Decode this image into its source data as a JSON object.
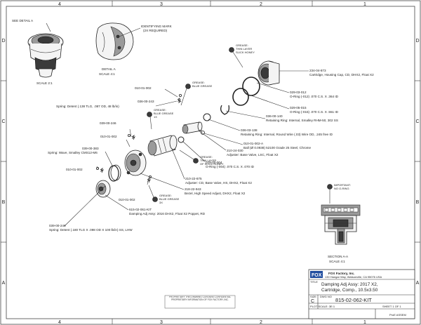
{
  "zones": {
    "top": [
      "4",
      "3",
      "2",
      "1"
    ],
    "side": [
      "D",
      "C",
      "B",
      "A"
    ]
  },
  "detail_a": {
    "see_detail": "SEE DETAIL   A",
    "scale_left": "SCALE  2:1",
    "ident_mark": "IDENTIFYING MARK",
    "ident_req": "(2X REQUIRED)",
    "title": "DETAIL  A",
    "scale": "SCALE  4:1"
  },
  "notes": [
    {
      "l1": "GREASE:",
      "l2": "THIN LAYER",
      "l3": "SLICK HONEY"
    },
    {
      "l1": "GREASE:",
      "l2": "BLUE GREASE",
      "l3": ""
    },
    {
      "l1": "GREASE:",
      "l2": "BLUE GREASE",
      "l3": "1X"
    },
    {
      "l1": "GREASE:",
      "l2": "THIN LAYER",
      "l3": "OF SLICK HONEY"
    },
    {
      "l1": "GREASE:",
      "l2": "BLUE GREASE",
      "l3": "3X"
    },
    {
      "l1": "IMPORTANT:",
      "l2": "NO O-RING",
      "l3": ""
    }
  ],
  "callouts": [
    {
      "t1": "234-04-873",
      "t2": "Cartridge, Housing Cap, CD, DHX2, Float X2"
    },
    {
      "t1": "029-03-012",
      "t2": "O-Ring (-012) .070 C.S. X .364 ID"
    },
    {
      "t1": "029-05-015",
      "t2": "O-Ring (-015) .070 C.S. X .551 ID"
    },
    {
      "t1": "036-00-140",
      "t2": "Retaining Ring: Internal, Smalley RHM-50, 302 SS"
    },
    {
      "t1": "036-03-138",
      "t2": "Retaining Ring: Internal, Round Wire (.03) Wire OD, .245 free ID"
    },
    {
      "t1": "010-01-002-A",
      "t2": "Ball (Ø 0.0938) 52100 Grade 25 Steel, Chrome"
    },
    {
      "t1": "210-24-030",
      "t2": "Adjuster: Base Valve, LSC, Float X2"
    },
    {
      "t1": "029-00-004",
      "t2": "O-Ring (-004) .070 C.S. X .070 ID"
    },
    {
      "t1": "210-22-675",
      "t2": "Adjuster: CD, Base Valve, HS, DHX2, Float X2"
    },
    {
      "t1": "218-22-943",
      "t2": "Bezel, High Speed Adjust, DHX2, Float X2"
    },
    {
      "t1": "615-02-061-KIT",
      "t2": "Damping Adj Assy: 2016 DHX2, Float X2 Poppet, RD"
    },
    {
      "t1": "039-00-246",
      "t2": "Spring: Detent (.180 TLG X .098 OD X 100 lb/in) SS, LHW"
    },
    {
      "t1": "010-01-002",
      "t2": ""
    },
    {
      "t1": "039-00-383",
      "t2": "Spring: Wave, Smalley CMS12-M6"
    },
    {
      "t1": "010-01-002",
      "t2": ""
    },
    {
      "t1": "039-00-246",
      "t2": ""
    },
    {
      "t1": "010-01-002",
      "t2": ""
    },
    {
      "t1": "036-00-243",
      "t2": "Spring: Detent (.138 TLG, .087 OD, 48 lb/in)"
    },
    {
      "t1": "010-01-002",
      "t2": ""
    }
  ],
  "section": {
    "title": "SECTION  A-A",
    "scale": "SCALE  4:1"
  },
  "title_block": {
    "company": "FOX Factory, Inc.",
    "address": "130 Hangar Way, Watsonville, CA 95076 USA",
    "title_label": "TITLE",
    "title1": "Damping Adj Assy: 2017 X2,",
    "title2": "Cartridge, Comp., 10.5x3.50",
    "size_label": "SIZE",
    "size": "C",
    "dwg_label": "DWG NO",
    "dwg_no": "815-02-062-KIT",
    "scale": "PLOT SCALE: 3E:1",
    "sheet": "SHEET 1 OF 1",
    "proe": "ProE ASSEM",
    "proprietary": "PROPRIETARY THIS DRAWING CONTAINS CONFIDENTIAL PROPRIETARY INFORMATION OF FOX FACTORY, INC."
  }
}
